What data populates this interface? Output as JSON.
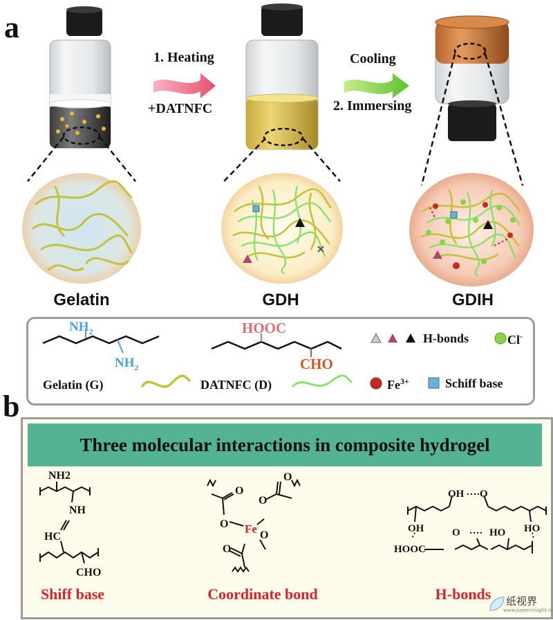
{
  "panel_a": {
    "letter": "a",
    "step1": {
      "line1": "1. Heating",
      "line2": "+DATNFC"
    },
    "step2": {
      "line1": "Cooling",
      "line2": "2. Immersing"
    },
    "samples": [
      "Gelatin",
      "GDH",
      "GDIH"
    ]
  },
  "legend": {
    "gelatin_label": "Gelatin (G)",
    "datnfc_label": "DATNFC (D)",
    "nh2": "NH",
    "sub2": "2",
    "hooc": "HOOC",
    "cho": "CHO",
    "hbonds": "H-bonds",
    "cl": "Cl",
    "cl_sup": "-",
    "fe": "Fe",
    "fe_sup": "3+",
    "schiff": "Schiff base"
  },
  "panel_b": {
    "letter": "b",
    "banner": "Three molecular interactions in composite hydrogel",
    "interactions": [
      "Shiff base",
      "Coordinate bond",
      "H-bonds"
    ],
    "chem": {
      "nh2": "NH2",
      "nh": "NH",
      "hc": "HC",
      "cho": "CHO",
      "fe": "Fe",
      "o": "O",
      "oh": "OH",
      "ho": "HO",
      "hooc": "HOOC"
    }
  },
  "watermark": {
    "cn": "纸视界",
    "url": "www.paperinsight.net"
  },
  "colors": {
    "banner": "#54b394",
    "red_label": "#d9232a",
    "nh2_blue": "#4a9fd5",
    "acid_pink": "#e06d72",
    "cho_orange": "#d9531e",
    "gelatin_strand": "#c4c23a",
    "datnfc_strand": "#8ce06a"
  }
}
